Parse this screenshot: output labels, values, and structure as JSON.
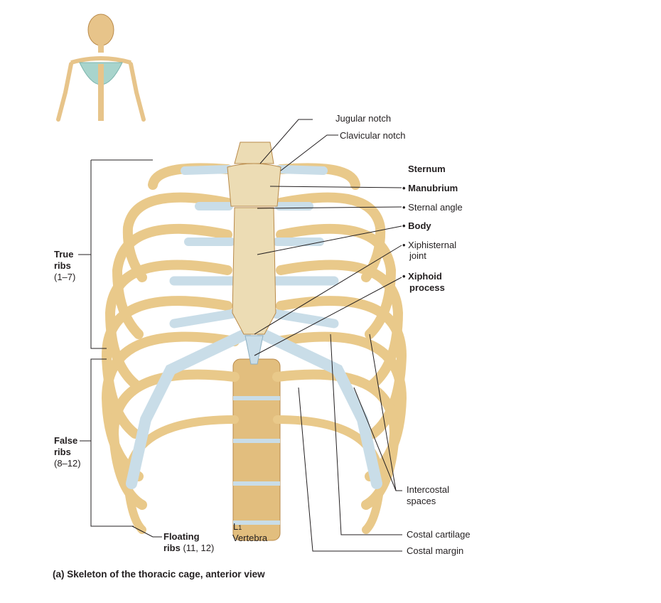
{
  "labels": {
    "jugular_notch": "Jugular notch",
    "clavicular_notch": "Clavicular notch",
    "sternum": "Sternum",
    "manubrium": "• Manubrium",
    "sternal_angle": "• Sternal angle",
    "body": "• Body",
    "xiphisternal_joint_1": "• Xiphisternal",
    "xiphisternal_joint_2": "joint",
    "xiphoid_process_1": "• Xiphoid",
    "xiphoid_process_2": "process",
    "true_ribs_1": "True",
    "true_ribs_2": "ribs",
    "true_ribs_3": "(1–7)",
    "false_ribs_1": "False",
    "false_ribs_2": "ribs",
    "false_ribs_3": "(8–12)",
    "floating_ribs_1": "Floating",
    "floating_ribs_2": "ribs",
    "floating_ribs_3": "(11, 12)",
    "intercostal_spaces_1": "Intercostal",
    "intercostal_spaces_2": "spaces",
    "costal_cartilage": "Costal cartilage",
    "costal_margin": "Costal margin",
    "vertebra_l": "L",
    "vertebra_sub": "1",
    "vertebra": "Vertebra"
  },
  "caption": "(a) Skeleton of the thoracic cage, anterior view",
  "colors": {
    "bone": "#e9c98a",
    "bone_dark": "#c99a55",
    "cartilage": "#c9dde8",
    "sternum": "#ecdcb4",
    "leader": "#231f20"
  }
}
